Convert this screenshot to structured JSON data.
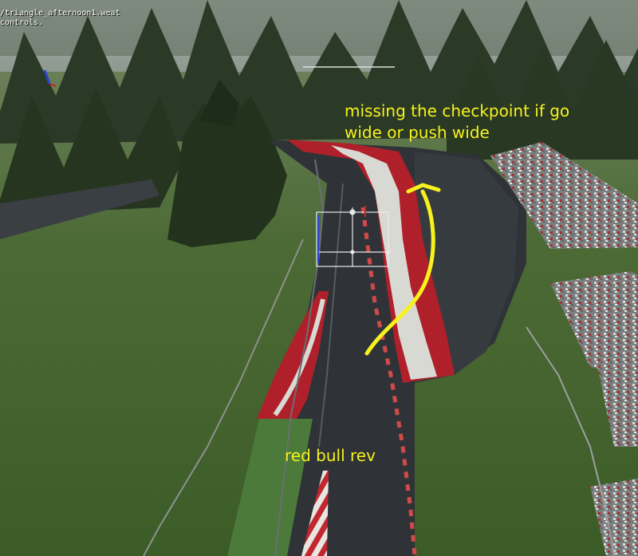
{
  "console": {
    "lines": [
      "/triangle_afternoon1.weat",
      "controls."
    ]
  },
  "annotations": {
    "checkpoint_note_line1": "missing the checkpoint if go",
    "checkpoint_note_line2": "wide or push wide",
    "lower_label": "red bull rev"
  },
  "colors": {
    "sky_fog": "#9fa7a4",
    "grass": "#3f5f2b",
    "asphalt": "#2f3337",
    "kerb_red": "#b0202a",
    "kerb_white": "#d9d9d4",
    "annotation_yellow": "#f7f21e",
    "gizmo_blue": "#2a43d6"
  }
}
